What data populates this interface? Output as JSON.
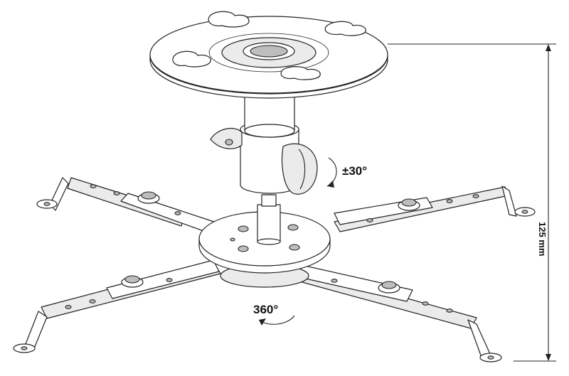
{
  "labels": {
    "tilt": "±30°",
    "rotation": "360°",
    "height": "125 mm"
  }
}
